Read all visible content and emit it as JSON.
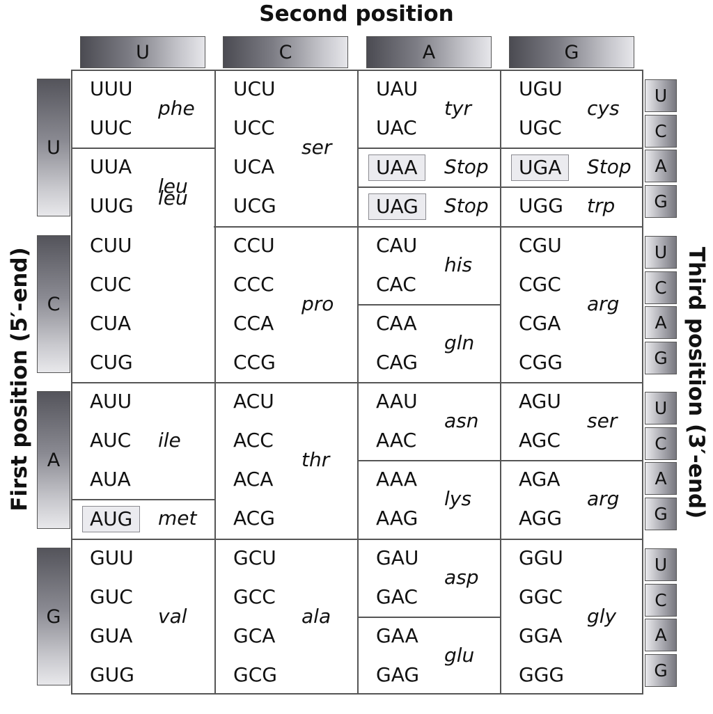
{
  "axis_titles": {
    "second": "Second position",
    "first": "First position (5′-end)",
    "third": "Third position (3′-end)"
  },
  "bases": [
    "U",
    "C",
    "A",
    "G"
  ],
  "blocks": [
    {
      "first": "U",
      "second": "U",
      "codons": [
        {
          "text": "UUU"
        },
        {
          "text": "UUC"
        },
        {
          "text": "UUA"
        },
        {
          "text": "UUG"
        }
      ],
      "groups": [
        {
          "from": 0,
          "to": 1,
          "label": "phe"
        },
        {
          "from": 2,
          "to": 3,
          "label": "leu"
        }
      ]
    },
    {
      "first": "U",
      "second": "C",
      "codons": [
        {
          "text": "UCU"
        },
        {
          "text": "UCC"
        },
        {
          "text": "UCA"
        },
        {
          "text": "UCG"
        }
      ],
      "groups": [
        {
          "from": 0,
          "to": 3,
          "label": "ser"
        }
      ]
    },
    {
      "first": "U",
      "second": "A",
      "codons": [
        {
          "text": "UAU"
        },
        {
          "text": "UAC"
        },
        {
          "text": "UAA",
          "boxed": true
        },
        {
          "text": "UAG",
          "boxed": true
        }
      ],
      "groups": [
        {
          "from": 0,
          "to": 1,
          "label": "tyr"
        },
        {
          "from": 2,
          "to": 2,
          "label": "Stop"
        },
        {
          "from": 3,
          "to": 3,
          "label": "Stop"
        }
      ]
    },
    {
      "first": "U",
      "second": "G",
      "codons": [
        {
          "text": "UGU"
        },
        {
          "text": "UGC"
        },
        {
          "text": "UGA",
          "boxed": true
        },
        {
          "text": "UGG"
        }
      ],
      "groups": [
        {
          "from": 0,
          "to": 1,
          "label": "cys"
        },
        {
          "from": 2,
          "to": 2,
          "label": "Stop"
        },
        {
          "from": 3,
          "to": 3,
          "label": "trp"
        }
      ]
    },
    {
      "first": "C",
      "second": "U",
      "codons": [
        {
          "text": "CUU"
        },
        {
          "text": "CUC"
        },
        {
          "text": "CUA"
        },
        {
          "text": "CUG"
        }
      ],
      "groups": [
        {
          "from": 0,
          "to": 3,
          "label": "leu",
          "join_above": true
        }
      ]
    },
    {
      "first": "C",
      "second": "C",
      "codons": [
        {
          "text": "CCU"
        },
        {
          "text": "CCC"
        },
        {
          "text": "CCA"
        },
        {
          "text": "CCG"
        }
      ],
      "groups": [
        {
          "from": 0,
          "to": 3,
          "label": "pro"
        }
      ]
    },
    {
      "first": "C",
      "second": "A",
      "codons": [
        {
          "text": "CAU"
        },
        {
          "text": "CAC"
        },
        {
          "text": "CAA"
        },
        {
          "text": "CAG"
        }
      ],
      "groups": [
        {
          "from": 0,
          "to": 1,
          "label": "his"
        },
        {
          "from": 2,
          "to": 3,
          "label": "gln"
        }
      ]
    },
    {
      "first": "C",
      "second": "G",
      "codons": [
        {
          "text": "CGU"
        },
        {
          "text": "CGC"
        },
        {
          "text": "CGA"
        },
        {
          "text": "CGG"
        }
      ],
      "groups": [
        {
          "from": 0,
          "to": 3,
          "label": "arg"
        }
      ]
    },
    {
      "first": "A",
      "second": "U",
      "codons": [
        {
          "text": "AUU"
        },
        {
          "text": "AUC"
        },
        {
          "text": "AUA"
        },
        {
          "text": "AUG",
          "boxed": true
        }
      ],
      "groups": [
        {
          "from": 0,
          "to": 2,
          "label": "ile"
        },
        {
          "from": 3,
          "to": 3,
          "label": "met"
        }
      ]
    },
    {
      "first": "A",
      "second": "C",
      "codons": [
        {
          "text": "ACU"
        },
        {
          "text": "ACC"
        },
        {
          "text": "ACA"
        },
        {
          "text": "ACG"
        }
      ],
      "groups": [
        {
          "from": 0,
          "to": 3,
          "label": "thr"
        }
      ]
    },
    {
      "first": "A",
      "second": "A",
      "codons": [
        {
          "text": "AAU"
        },
        {
          "text": "AAC"
        },
        {
          "text": "AAA"
        },
        {
          "text": "AAG"
        }
      ],
      "groups": [
        {
          "from": 0,
          "to": 1,
          "label": "asn"
        },
        {
          "from": 2,
          "to": 3,
          "label": "lys"
        }
      ]
    },
    {
      "first": "A",
      "second": "G",
      "codons": [
        {
          "text": "AGU"
        },
        {
          "text": "AGC"
        },
        {
          "text": "AGA"
        },
        {
          "text": "AGG"
        }
      ],
      "groups": [
        {
          "from": 0,
          "to": 1,
          "label": "ser"
        },
        {
          "from": 2,
          "to": 3,
          "label": "arg"
        }
      ]
    },
    {
      "first": "G",
      "second": "U",
      "codons": [
        {
          "text": "GUU"
        },
        {
          "text": "GUC"
        },
        {
          "text": "GUA"
        },
        {
          "text": "GUG"
        }
      ],
      "groups": [
        {
          "from": 0,
          "to": 3,
          "label": "val"
        }
      ]
    },
    {
      "first": "G",
      "second": "C",
      "codons": [
        {
          "text": "GCU"
        },
        {
          "text": "GCC"
        },
        {
          "text": "GCA"
        },
        {
          "text": "GCG"
        }
      ],
      "groups": [
        {
          "from": 0,
          "to": 3,
          "label": "ala"
        }
      ]
    },
    {
      "first": "G",
      "second": "A",
      "codons": [
        {
          "text": "GAU"
        },
        {
          "text": "GAC"
        },
        {
          "text": "GAA"
        },
        {
          "text": "GAG"
        }
      ],
      "groups": [
        {
          "from": 0,
          "to": 1,
          "label": "asp"
        },
        {
          "from": 2,
          "to": 3,
          "label": "glu"
        }
      ]
    },
    {
      "first": "G",
      "second": "G",
      "codons": [
        {
          "text": "GGU"
        },
        {
          "text": "GGC"
        },
        {
          "text": "GGA"
        },
        {
          "text": "GGG"
        }
      ],
      "groups": [
        {
          "from": 0,
          "to": 3,
          "label": "gly"
        }
      ]
    }
  ]
}
